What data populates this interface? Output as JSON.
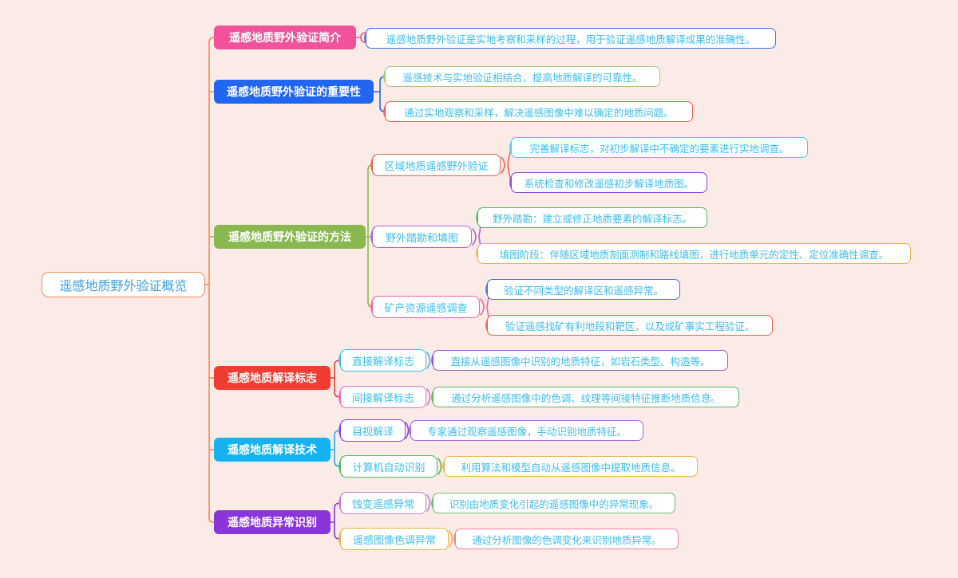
{
  "canvas": {
    "background": "#fbebe7"
  },
  "text_color": "#3bbdf0",
  "root": {
    "label": "遥感地质野外验证概览",
    "color": "#f08a56",
    "text_color": "#3f9fd8"
  },
  "branches": [
    {
      "label": "遥感地质野外验证简介",
      "color": "#f0539b",
      "children": [
        {
          "label": "遥感地质野外验证是实地考察和采样的过程，用于验证遥感地质解译成果的准确性。",
          "color": "#3f6ef0"
        }
      ]
    },
    {
      "label": "遥感地质野外验证的重要性",
      "color": "#2166f0",
      "children": [
        {
          "label": "遥感技术与实地验证相结合，提高地质解译的可靠性。",
          "color": "#aac878"
        },
        {
          "label": "通过实地观察和采样，解决遥感图像中难以确定的地质问题。",
          "color": "#f05a4e"
        }
      ]
    },
    {
      "label": "遥感地质野外验证的方法",
      "color": "#8ab850",
      "children": [
        {
          "label": "区域地质遥感野外验证",
          "color": "#f0604f",
          "children": [
            {
              "label": "完善解译标志，对初步解译中不确定的要素进行实地调查。",
              "color": "#49c8f0"
            },
            {
              "label": "系统检查和修改遥感初步解译地质图。",
              "color": "#8e44dd"
            }
          ]
        },
        {
          "label": "野外踏勘和填图",
          "color": "#b060e0",
          "children": [
            {
              "label": "野外踏勘：建立或修正地质要素的解译标志。",
              "color": "#55b85f"
            },
            {
              "label": "填图阶段：伴随区域地质剖面测制和路线填图，进行地质单元的定性、定位准确性调查。",
              "color": "#f0b54a"
            }
          ]
        },
        {
          "label": "矿产资源遥感调查",
          "color": "#f263aa",
          "children": [
            {
              "label": "验证不同类型的解译区和遥感异常。",
              "color": "#4a6ae8"
            },
            {
              "label": "验证遥感找矿有利地段和靶区，以及成矿事实工程验证。",
              "color": "#f0604f"
            }
          ]
        }
      ]
    },
    {
      "label": "遥感地质解译标志",
      "color": "#f23c31",
      "children": [
        {
          "label": "直接解译标志",
          "color": "#3bbdf0",
          "children": [
            {
              "label": "直接从遥感图像中识别的地质特征，如岩石类型、构造等。",
              "color": "#9a55dd"
            }
          ]
        },
        {
          "label": "间接解译标志",
          "color": "#ee6ad8",
          "children": [
            {
              "label": "通过分析遥感图像中的色调、纹理等间接特征推断地质信息。",
              "color": "#55b85f"
            }
          ]
        }
      ]
    },
    {
      "label": "遥感地质解译技术",
      "color": "#15b2f2",
      "children": [
        {
          "label": "目视解译",
          "color": "#8e44dd",
          "children": [
            {
              "label": "专家通过观察遥感图像，手动识别地质特征。",
              "color": "#a968e0"
            }
          ]
        },
        {
          "label": "计算机自动识别",
          "color": "#55b85f",
          "children": [
            {
              "label": "利用算法和模型自动从遥感图像中提取地质信息。",
              "color": "#f0b54a"
            }
          ]
        }
      ]
    },
    {
      "label": "遥感地质异常识别",
      "color": "#8a35da",
      "children": [
        {
          "label": "蚀变遥感异常",
          "color": "#c77ce0",
          "children": [
            {
              "label": "识别由地质变化引起的遥感图像中的异常现象。",
              "color": "#6cbf6e"
            }
          ]
        },
        {
          "label": "遥感图像色调异常",
          "color": "#f0b045",
          "children": [
            {
              "label": "通过分析图像的色调变化来识别地质异常。",
              "color": "#f07ca8"
            }
          ]
        }
      ]
    }
  ]
}
